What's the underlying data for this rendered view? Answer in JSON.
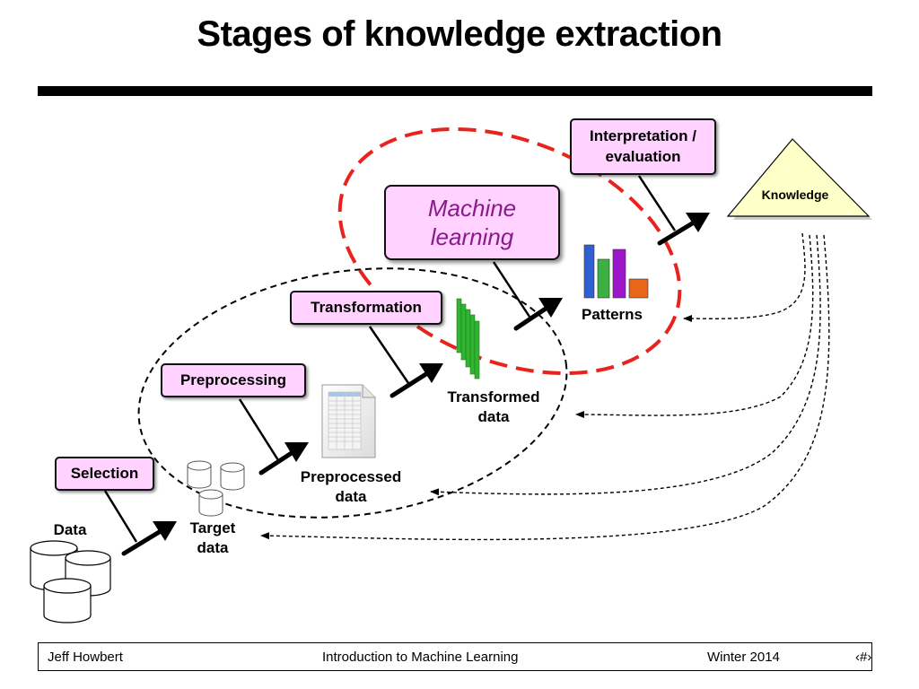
{
  "slide": {
    "title": "Stages of knowledge extraction"
  },
  "stages": {
    "selection": "Selection",
    "preprocessing": "Preprocessing",
    "transformation": "Transformation",
    "machine_learning": [
      "Machine",
      "learning"
    ],
    "interpretation": [
      "Interpretation /",
      "evaluation"
    ]
  },
  "artifacts": {
    "data": "Data",
    "target_data": [
      "Target",
      "data"
    ],
    "preprocessed_data": [
      "Preprocessed",
      "data"
    ],
    "transformed_data": [
      "Transformed",
      "data"
    ],
    "patterns": "Patterns",
    "knowledge": "Knowledge"
  },
  "colors": {
    "stage_fill": "#ffd2ff",
    "ml_text": "#8a1a8a",
    "ml_ellipse": "#e8231e",
    "knowledge_fill": "#ffffc8",
    "pattern_bars": [
      "#2f5fd0",
      "#3cb043",
      "#9b17c9",
      "#e8651a"
    ],
    "transformed_bars": "#2fb52f"
  },
  "footer": {
    "author": "Jeff Howbert",
    "course": "Introduction to Machine Learning",
    "term": "Winter 2014",
    "page": "‹#›"
  }
}
